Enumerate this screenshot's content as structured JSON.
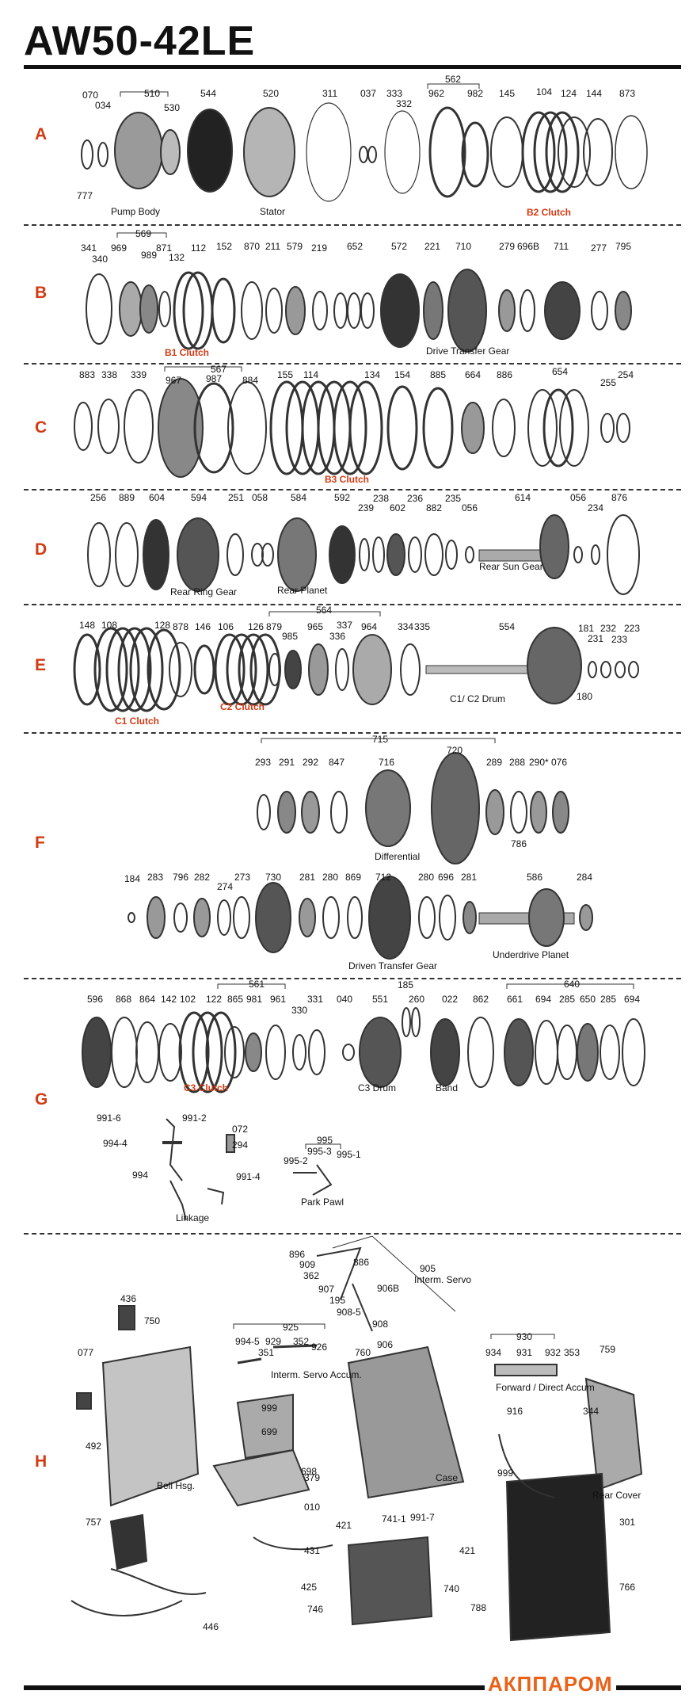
{
  "title": "AW50-42LE",
  "brand": "АКППАРОМ",
  "rows": [
    "A",
    "B",
    "C",
    "D",
    "E",
    "F",
    "G",
    "H"
  ],
  "row_a": {
    "numbers": [
      "070",
      "034",
      "510",
      "530",
      "544",
      "520",
      "311",
      "037",
      "333",
      "332",
      "562",
      "962",
      "982",
      "145",
      "104",
      "124",
      "144",
      "873",
      "777"
    ],
    "captions": [
      "Pump Body",
      "Stator"
    ],
    "clutch": "B2 Clutch"
  },
  "row_b": {
    "numbers": [
      "341",
      "340",
      "569",
      "969",
      "989",
      "871",
      "132",
      "112",
      "152",
      "870",
      "211",
      "579",
      "219",
      "652",
      "572",
      "221",
      "710",
      "279",
      "696B",
      "711",
      "277",
      "795"
    ],
    "captions": [
      "Drive Transfer Gear"
    ],
    "clutch": "B1 Clutch"
  },
  "row_c": {
    "numbers": [
      "883",
      "338",
      "339",
      "567",
      "967",
      "987",
      "884",
      "155",
      "114",
      "134",
      "154",
      "885",
      "664",
      "886",
      "654",
      "255",
      "254"
    ],
    "clutch": "B3 Clutch"
  },
  "row_d": {
    "numbers": [
      "256",
      "889",
      "604",
      "594",
      "251",
      "058",
      "584",
      "592",
      "239",
      "238",
      "602",
      "236",
      "882",
      "235",
      "056",
      "614",
      "056",
      "234",
      "876"
    ],
    "captions": [
      "Rear Ring Gear",
      "Rear Planet",
      "Rear Sun Gear"
    ]
  },
  "row_e": {
    "numbers": [
      "148",
      "108",
      "128",
      "878",
      "146",
      "106",
      "126",
      "564",
      "879",
      "985",
      "965",
      "337",
      "336",
      "964",
      "334",
      "335",
      "554",
      "181",
      "231",
      "232",
      "233",
      "223",
      "180"
    ],
    "captions": [
      "C1/ C2 Drum"
    ],
    "clutch1": "C1 Clutch",
    "clutch2": "C2 Clutch"
  },
  "row_f": {
    "numbers_upper": [
      "715",
      "720",
      "293",
      "291",
      "292",
      "847",
      "716",
      "289",
      "288",
      "290*",
      "076",
      "786"
    ],
    "numbers_lower": [
      "184",
      "283",
      "796",
      "282",
      "274",
      "273",
      "730",
      "281",
      "280",
      "869",
      "712",
      "280",
      "696",
      "281",
      "586",
      "284"
    ],
    "captions": [
      "Differential",
      "Driven Transfer Gear",
      "Underdrive Planet"
    ]
  },
  "row_g": {
    "numbers": [
      "596",
      "868",
      "864",
      "142",
      "102",
      "122",
      "865",
      "981",
      "961",
      "561",
      "330",
      "331",
      "040",
      "551",
      "185",
      "260",
      "022",
      "862",
      "640",
      "661",
      "694",
      "285",
      "650",
      "285",
      "694"
    ],
    "captions": [
      "C3 Drum",
      "Band",
      "Linkage",
      "Park Pawl"
    ],
    "clutch": "C3 Clutch",
    "linkage_numbers": [
      "991-6",
      "991-2",
      "072",
      "994-4",
      "294",
      "994",
      "991-4",
      "995",
      "995-2",
      "995-3",
      "995-1"
    ]
  },
  "row_h": {
    "numbers": [
      "896",
      "909",
      "886",
      "362",
      "907",
      "906B",
      "905",
      "195",
      "908-5",
      "908",
      "906",
      "436",
      "750",
      "077",
      "994-5",
      "925",
      "929",
      "352",
      "926",
      "351",
      "760",
      "934",
      "930",
      "931",
      "932",
      "353",
      "759",
      "916",
      "344",
      "999",
      "699",
      "698",
      "379",
      "010",
      "421",
      "741-1",
      "991-7",
      "999",
      "492",
      "757",
      "431",
      "421",
      "740",
      "425",
      "746",
      "446",
      "788",
      "301",
      "766"
    ],
    "captions": [
      "Interm. Servo",
      "Interm. Servo Accum.",
      "Forward / Direct Accum",
      "Case",
      "Rear Cover",
      "Bell Hsg."
    ]
  }
}
